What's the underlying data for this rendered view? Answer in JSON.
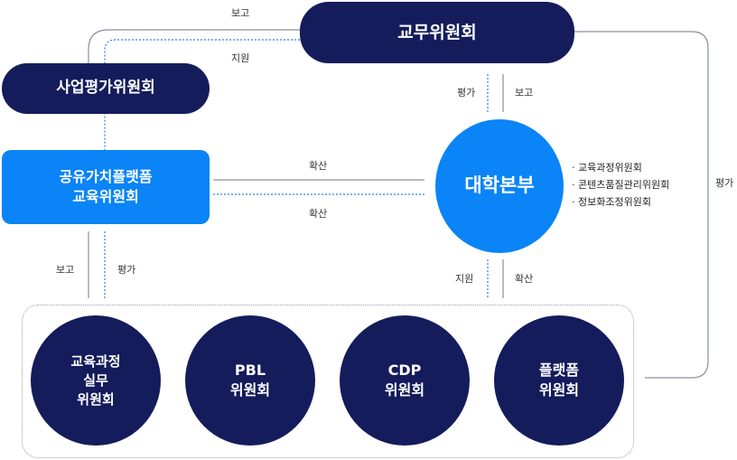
{
  "nodes": {
    "academic_affairs": "교무위원회",
    "business_eval": "사업평가위원회",
    "public_value": "공유가치플랫폼\n교육위원회",
    "headquarters": "대학본부",
    "curriculum_practice": "교육과정\n실무\n위원회",
    "pbl": "PBL\n위원회",
    "cdp": "CDP\n위원회",
    "platform": "플랫폼\n위원회"
  },
  "edge_labels": {
    "top_report": "보고",
    "top_support": "지원",
    "hq_eval": "평가",
    "hq_report": "보고",
    "spread_top": "확산",
    "spread_bottom": "확산",
    "right_eval": "평가",
    "left_report": "보고",
    "left_eval": "평가",
    "bottom_support": "지원",
    "bottom_spread": "확산"
  },
  "hq_subcommittees": [
    "교육과정위원회",
    "콘텐츠품질관리위원회",
    "정보화조정위원회"
  ],
  "colors": {
    "navy": "#141c5c",
    "blue": "#0a84f6",
    "line": "#8a8fa0",
    "dotted": "#2f80ed"
  }
}
